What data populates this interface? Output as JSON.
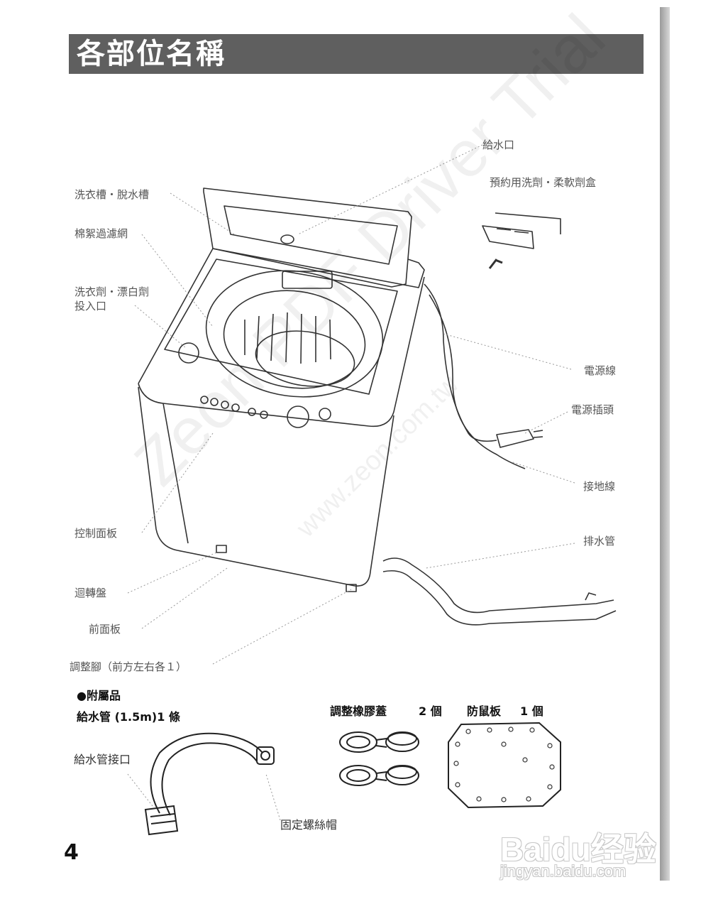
{
  "title": "各部位名稱",
  "labels": {
    "water_inlet": "給水口",
    "detergent_box": "預約用洗劑・柔軟劑盒",
    "tub": "洗衣槽・脫水槽",
    "lint_filter": "棉絮過濾網",
    "detergent_inlet_1": "洗衣劑・漂白劑",
    "detergent_inlet_2": "投入口",
    "power_cord": "電源線",
    "power_plug": "電源插頭",
    "ground_wire": "接地線",
    "drain_hose": "排水管",
    "control_panel": "控制面板",
    "pulsator": "迴轉盤",
    "front_panel": "前面板",
    "adjust_feet": "調整腳（前方左右各１）"
  },
  "accessories": {
    "heading": "●附屬品",
    "water_hose": "給水管 (1.5m)1 條",
    "hose_connector": "給水管接口",
    "fixing_cap": "固定螺絲帽",
    "rubber_caps": "調整橡膠蓋",
    "rubber_caps_qty": "2 個",
    "rodent_plate": "防鼠板",
    "rodent_plate_qty": "1 個"
  },
  "page_number": "4",
  "watermarks": {
    "zeon_main": "Zeon PDF Driver Trial",
    "zeon_url": "www.zeon.com.tw",
    "baidu_logo": "Baidu经验",
    "baidu_url": "jingyan.baidu.com"
  }
}
